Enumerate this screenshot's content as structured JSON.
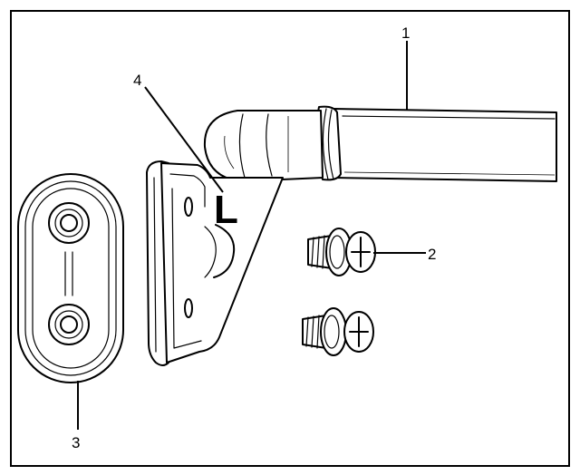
{
  "callouts": [
    {
      "id": "1",
      "label": "1"
    },
    {
      "id": "2",
      "label": "2"
    },
    {
      "id": "3",
      "label": "3"
    },
    {
      "id": "4",
      "label": "4"
    }
  ],
  "side_marking": "L",
  "colors": {
    "ink": "#000000",
    "paper": "#ffffff"
  }
}
